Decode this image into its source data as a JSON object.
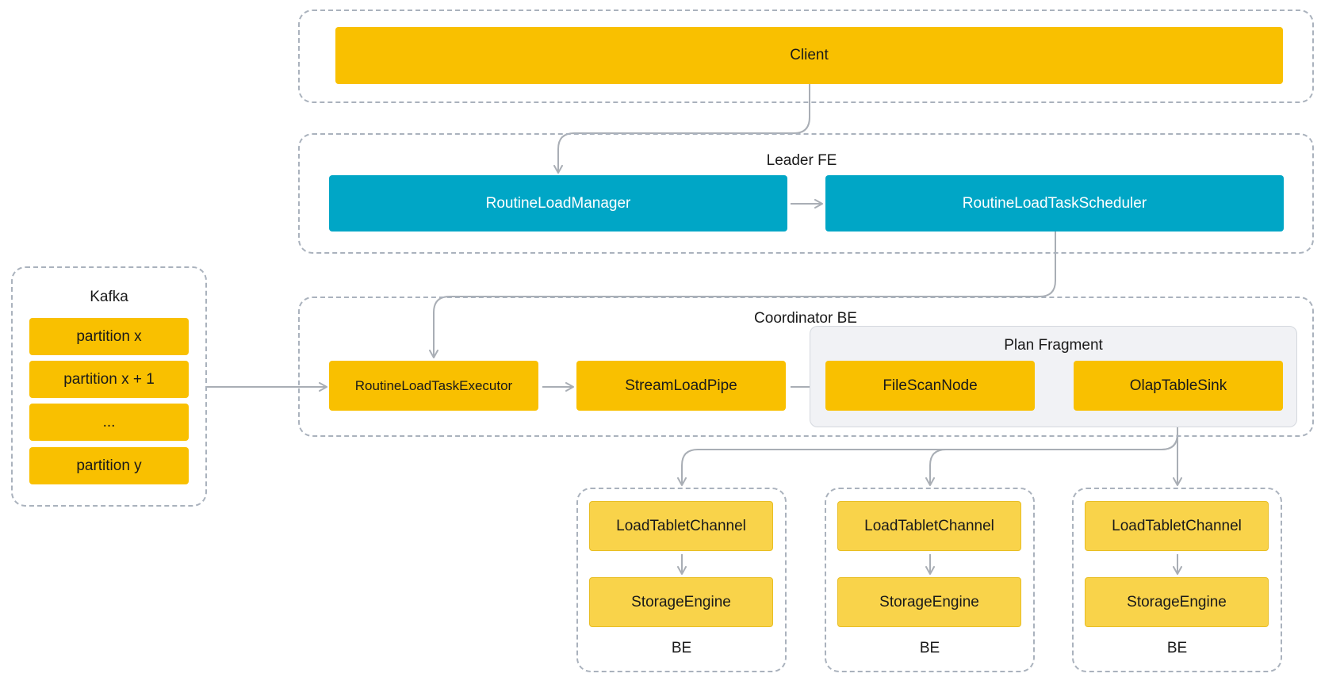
{
  "client": {
    "label": "Client"
  },
  "leader_fe": {
    "title": "Leader FE",
    "manager": "RoutineLoadManager",
    "scheduler": "RoutineLoadTaskScheduler"
  },
  "kafka": {
    "title": "Kafka",
    "partitions": [
      "partition x",
      "partition x + 1",
      "...",
      "partition y"
    ]
  },
  "coordinator": {
    "title": "Coordinator BE",
    "executor": "RoutineLoadTaskExecutor",
    "pipe": "StreamLoadPipe",
    "plan_fragment": {
      "title": "Plan Fragment",
      "scan": "FileScanNode",
      "sink": "OlapTableSink"
    }
  },
  "backends": [
    {
      "channel": "LoadTabletChannel",
      "engine": "StorageEngine",
      "label": "BE"
    },
    {
      "channel": "LoadTabletChannel",
      "engine": "StorageEngine",
      "label": "BE"
    },
    {
      "channel": "LoadTabletChannel",
      "engine": "StorageEngine",
      "label": "BE"
    }
  ],
  "colors": {
    "yellow": "#f9c000",
    "light_yellow": "#f9d34a",
    "teal": "#00a6c6",
    "connector": "#a9aeb5",
    "dashed_border": "#aab2bd"
  }
}
